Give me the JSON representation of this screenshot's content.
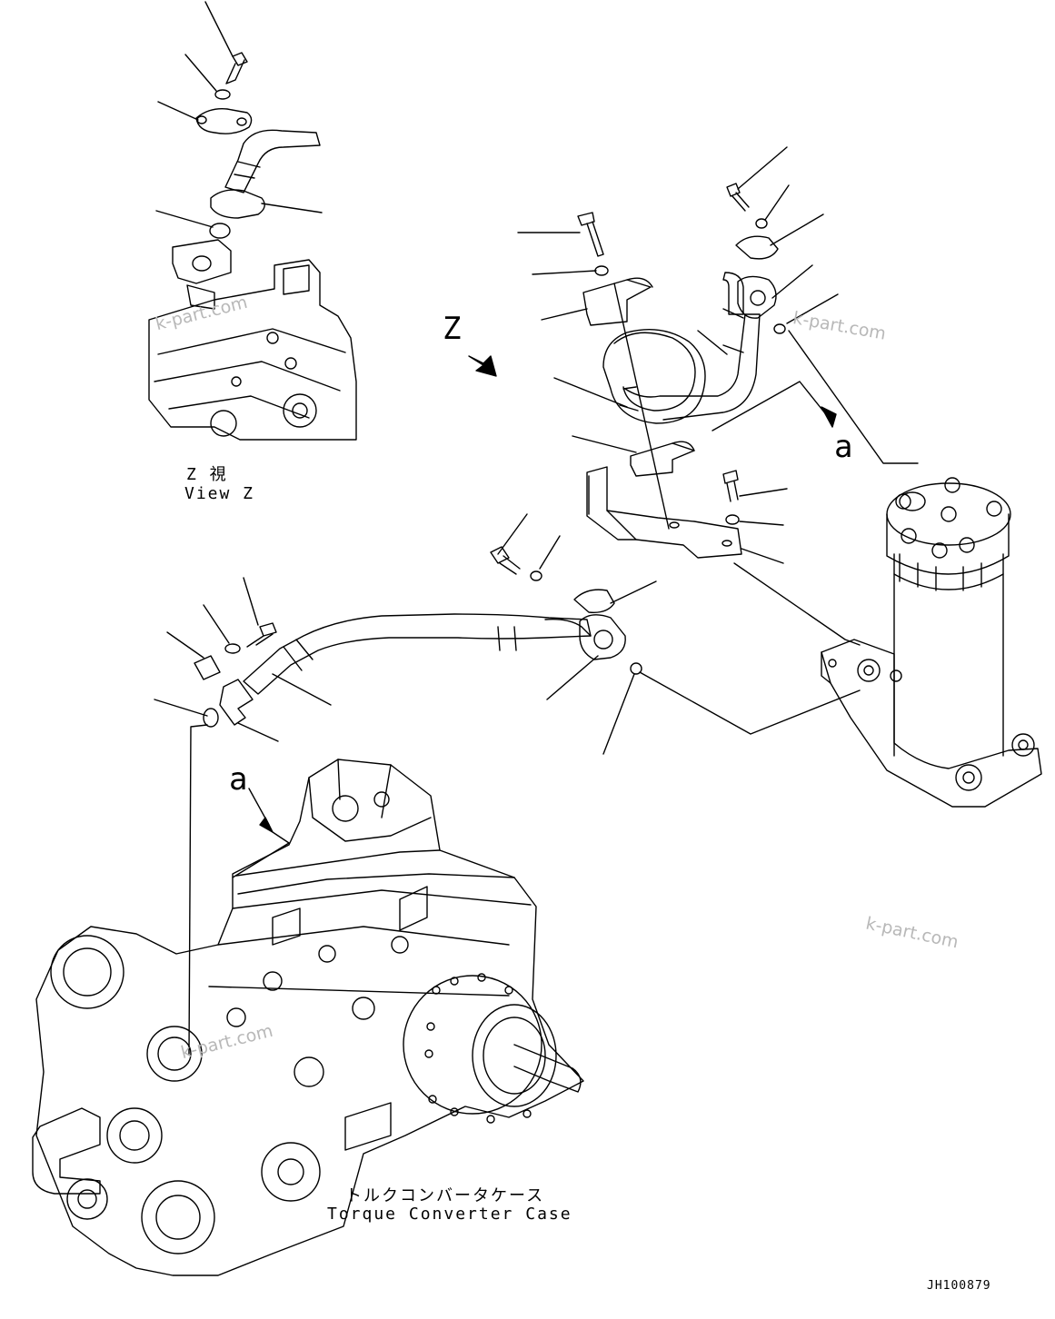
{
  "view_caption": {
    "jp": "Z 視",
    "en": "View Z"
  },
  "view_marker": "Z",
  "ref_a_top": "a",
  "ref_a_bottom": "a",
  "case_caption": {
    "jp": "トルクコンバータケース",
    "en": "Torque Converter Case"
  },
  "drawing_number": "JH100879",
  "watermark": "k-part.com",
  "colors": {
    "ink": "#000000",
    "watermark": "#b8b8b8",
    "paper": "#ffffff"
  }
}
